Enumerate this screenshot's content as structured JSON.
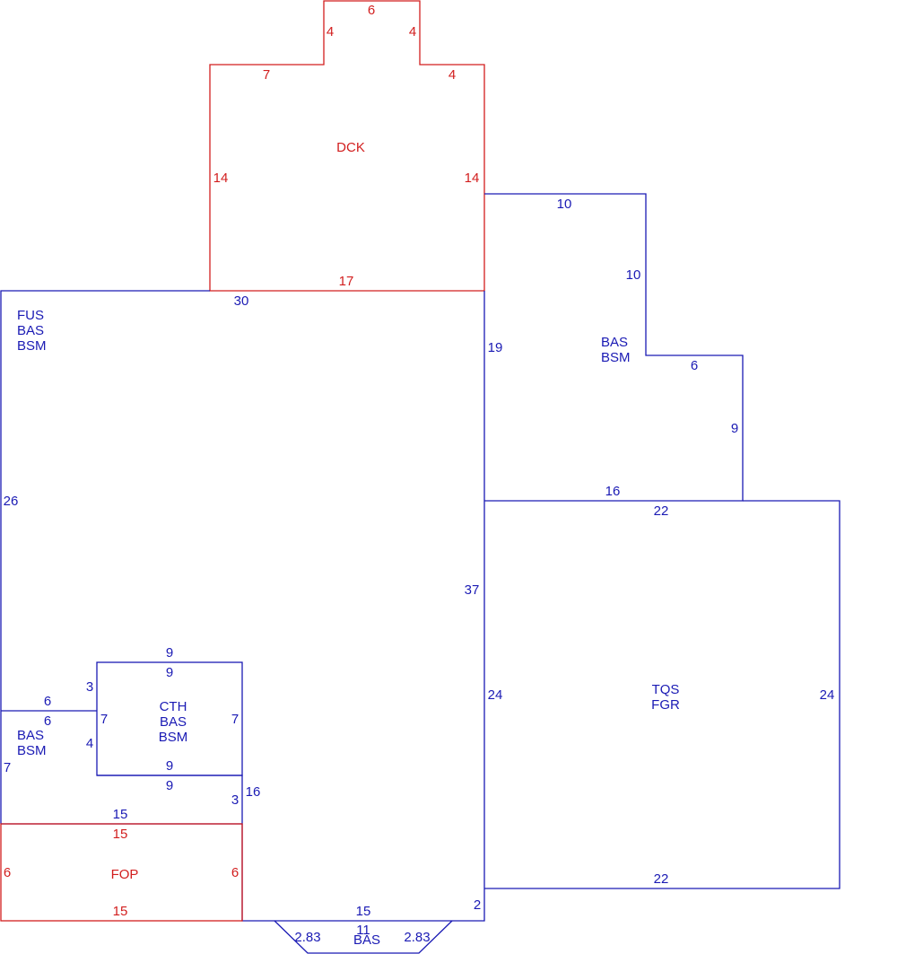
{
  "colors": {
    "blue": "#1a1ab4",
    "red": "#d21e1e"
  },
  "areas": {
    "dck": {
      "lines": [
        "DCK"
      ]
    },
    "main": {
      "lines": [
        "FUS",
        "BAS",
        "BSM"
      ]
    },
    "rear_addition": {
      "lines": [
        "BAS",
        "BSM"
      ]
    },
    "garage": {
      "lines": [
        "TQS",
        "FGR"
      ]
    },
    "cth": {
      "lines": [
        "CTH",
        "BAS",
        "BSM"
      ]
    },
    "left_wing": {
      "lines": [
        "BAS",
        "BSM"
      ]
    },
    "fop": {
      "lines": [
        "FOP"
      ]
    },
    "bay": {
      "lines": [
        "BAS"
      ]
    }
  },
  "dims": {
    "dck_top": "6",
    "dck_notch_left": "4",
    "dck_notch_right": "4",
    "dck_left_top": "7",
    "dck_right_top": "4",
    "dck_left": "14",
    "dck_right": "14",
    "dck_bottom": "17",
    "main_top": "30",
    "main_left": "26",
    "main_right_upper": "19",
    "main_right": "37",
    "add_top": "10",
    "add_right_upper": "10",
    "add_step": "6",
    "add_right_lower": "9",
    "add_bottom": "16",
    "gar_top": "22",
    "gar_left": "24",
    "gar_right": "24",
    "gar_bottom": "22",
    "cth_top_out": "9",
    "cth_top_in": "9",
    "cth_left_upper": "3",
    "cth_left_lower": "4",
    "cth_left": "7",
    "cth_right": "7",
    "cth_bottom_in": "9",
    "cth_bottom_out": "9",
    "cth_step": "3",
    "wing_top_out": "6",
    "wing_top_in": "6",
    "wing_left": "7",
    "main_right_lower": "16",
    "wing_bottom": "15",
    "fop_top": "15",
    "fop_left": "6",
    "fop_right": "6",
    "fop_bottom": "15",
    "front": "15",
    "front_right": "2",
    "bay_left": "2.83",
    "bay_front": "11",
    "bay_right": "2.83"
  }
}
